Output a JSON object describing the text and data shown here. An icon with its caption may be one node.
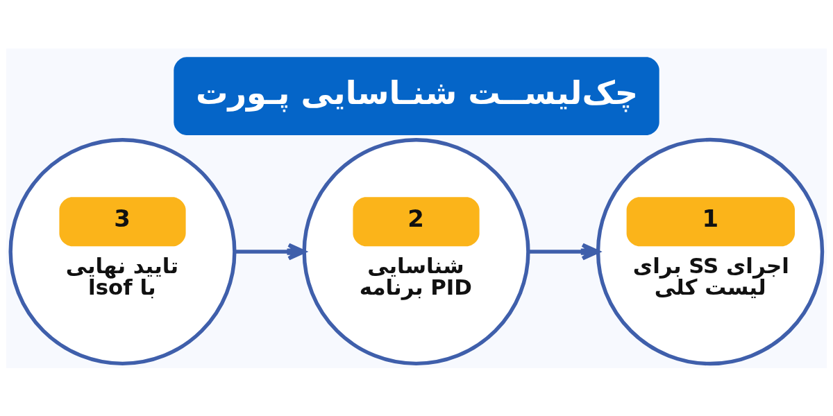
{
  "diagram": {
    "title": "چک‌لیســت شنـاسایی پـورت",
    "nodes": [
      {
        "text": [
          "1",
          "اجرای SS برای لیست کلی"
        ]
      },
      {
        "text": [
          "2",
          "شناسایی PID برنامه"
        ]
      },
      {
        "text": [
          "3",
          "تایید نهایی با lsof"
        ]
      }
    ],
    "edges": [
      {
        "from": 2,
        "to": 1,
        "arrow": "to"
      },
      {
        "from": 1,
        "to": 0,
        "arrow": "to"
      }
    ]
  }
}
